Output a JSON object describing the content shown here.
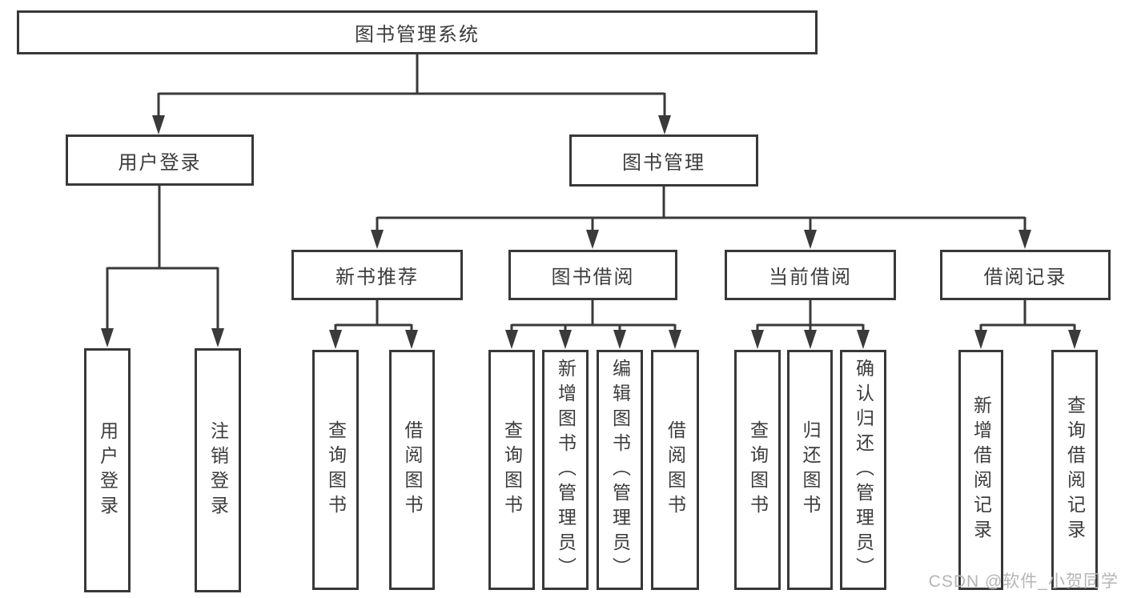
{
  "nodes": {
    "root": {
      "label": "图书管理系统"
    },
    "user_login": {
      "label": "用户登录"
    },
    "book_mgmt": {
      "label": "图书管理"
    },
    "new_book_rec": {
      "label": "新书推荐"
    },
    "book_borrow": {
      "label": "图书借阅"
    },
    "current_borrow": {
      "label": "当前借阅"
    },
    "borrow_record": {
      "label": "借阅记录"
    },
    "leaf_user_login": {
      "label": "用户登录"
    },
    "leaf_logout": {
      "label": "注销登录"
    },
    "leaf_query_book_1": {
      "label": "查询图书"
    },
    "leaf_borrow_book_1": {
      "label": "借阅图书"
    },
    "leaf_query_book_2": {
      "label": "查询图书"
    },
    "leaf_add_book": {
      "label": "新增图书（管理员）"
    },
    "leaf_edit_book": {
      "label": "编辑图书（管理员）"
    },
    "leaf_borrow_book_2": {
      "label": "借阅图书"
    },
    "leaf_query_book_3": {
      "label": "查询图书"
    },
    "leaf_return_book": {
      "label": "归还图书"
    },
    "leaf_confirm_return": {
      "label": "确认归还（管理员）"
    },
    "leaf_add_record": {
      "label": "新增借阅记录"
    },
    "leaf_query_record": {
      "label": "查询借阅记录"
    }
  },
  "watermark": {
    "text": "CSDN @软件_小贺同学"
  },
  "colors": {
    "line": "#3a3a3a",
    "box_border": "#383838",
    "box_background": "#ffffff",
    "text": "#3c3c3c",
    "watermark": "#b5b5b5",
    "page_background": "#ffffff"
  }
}
